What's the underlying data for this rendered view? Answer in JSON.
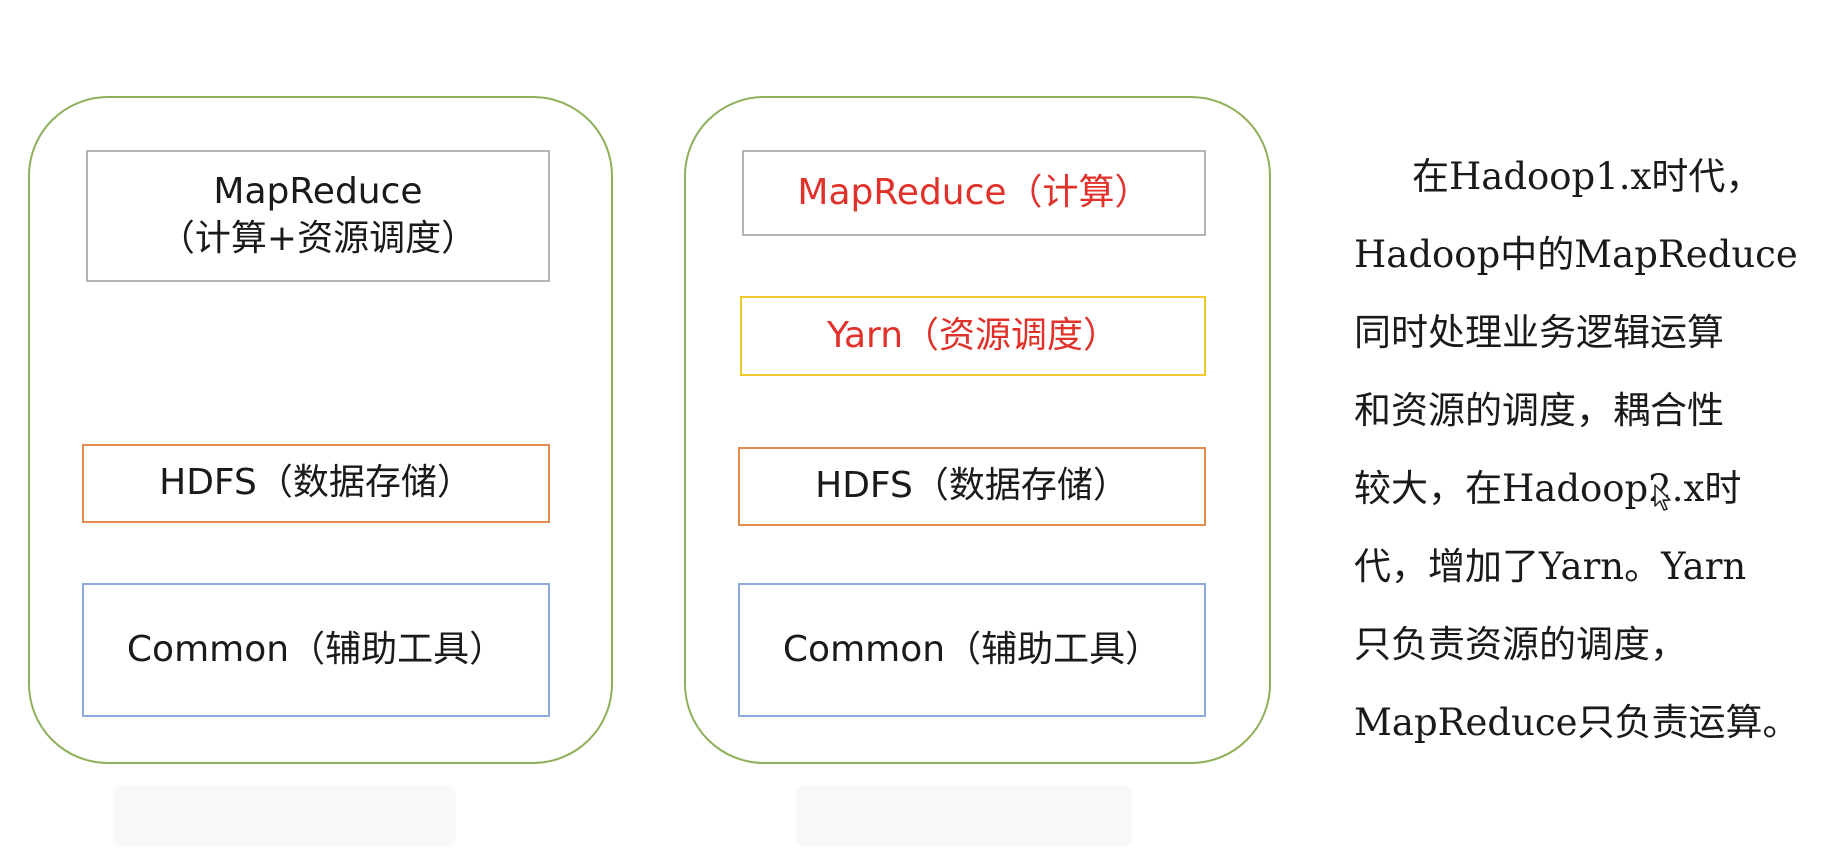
{
  "hadoop1": {
    "mapreduce_line1": "MapReduce",
    "mapreduce_line2": "（计算+资源调度）",
    "hdfs": "HDFS（数据存储）",
    "common": "Common（辅助工具）"
  },
  "hadoop2": {
    "mapreduce": "MapReduce（计算）",
    "yarn": "Yarn（资源调度）",
    "hdfs": "HDFS（数据存储）",
    "common": "Common（辅助工具）"
  },
  "description": {
    "lines": [
      "在Hadoop1.x时代，",
      "Hadoop中的MapReduce",
      "同时处理业务逻辑运算",
      "和资源的调度，耦合性",
      "较大，在Hadoop2.x时",
      "代，增加了Yarn。Yarn",
      "只负责资源的调度，",
      "MapReduce只负责运算。"
    ]
  },
  "colors": {
    "group_border": "#8fb05a",
    "gray_border": "#b4b4b4",
    "orange_border": "#e58b4f",
    "blue_border": "#8ea9db",
    "yellow_border": "#f2c82e",
    "red_text": "#e0312a"
  },
  "icons": {
    "cursor": "mouse-pointer-icon"
  }
}
